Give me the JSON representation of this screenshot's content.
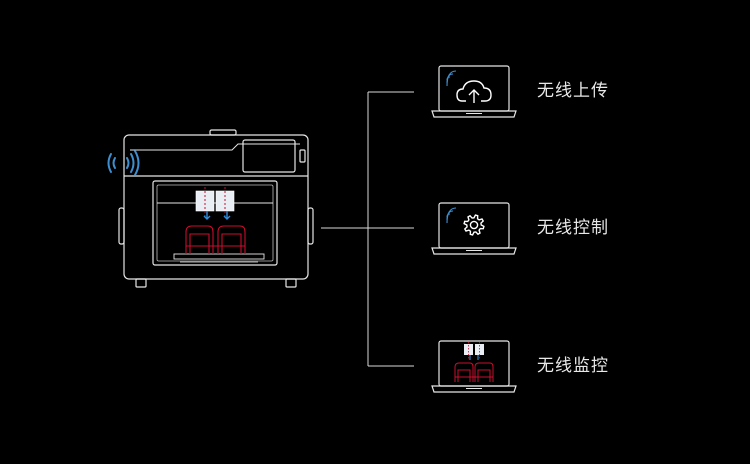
{
  "colors": {
    "background": "#000000",
    "outline": "#e6e6e6",
    "connector": "#d9d9d9",
    "wifi": "#3f8fd0",
    "print_head": "#e9eef4",
    "nozzle": "#2f8de0",
    "extruder_red": "#c8102e",
    "label_text": "#e8e8e8"
  },
  "icons": {
    "printer_signal": "wifi-signal-icon",
    "upload": "cloud-upload-icon",
    "control": "gear-icon",
    "monitor": "printer-preview-icon",
    "laptop_signal": "wifi-corner-icon"
  },
  "features": [
    {
      "label": "无线上传",
      "icon": "cloud-upload-icon"
    },
    {
      "label": "无线控制",
      "icon": "gear-icon"
    },
    {
      "label": "无线监控",
      "icon": "printer-preview-icon"
    }
  ]
}
